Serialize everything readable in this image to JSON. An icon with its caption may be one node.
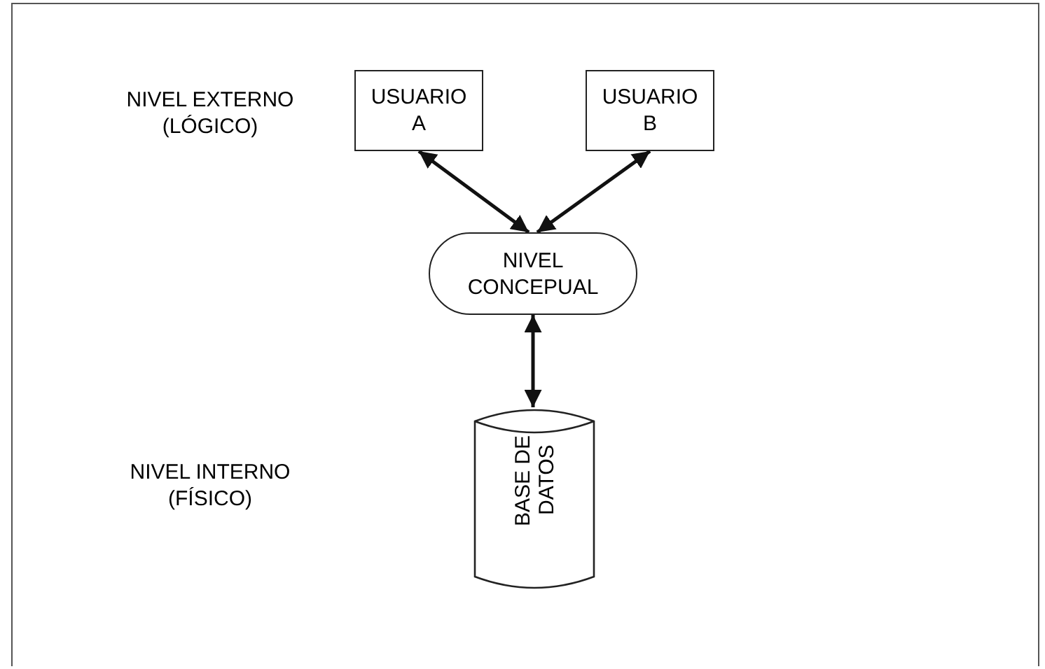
{
  "diagram": {
    "nodes": [
      {
        "text": [
          "USUARIO A"
        ]
      },
      {
        "text": [
          "USUARIO B"
        ]
      },
      {
        "text": [
          "NIVEL CONCEPUAL"
        ]
      },
      {
        "text": [
          "BASE DE DATOS"
        ]
      }
    ],
    "edges": [
      {
        "from": 0,
        "to": 2,
        "arrow": "both"
      },
      {
        "from": 1,
        "to": 2,
        "arrow": "both"
      },
      {
        "from": 2,
        "to": 3,
        "arrow": "both"
      }
    ],
    "labels": [
      "NIVEL EXTERNO (LÓGICO)",
      "NIVEL INTERNO (FÍSICO)"
    ]
  }
}
